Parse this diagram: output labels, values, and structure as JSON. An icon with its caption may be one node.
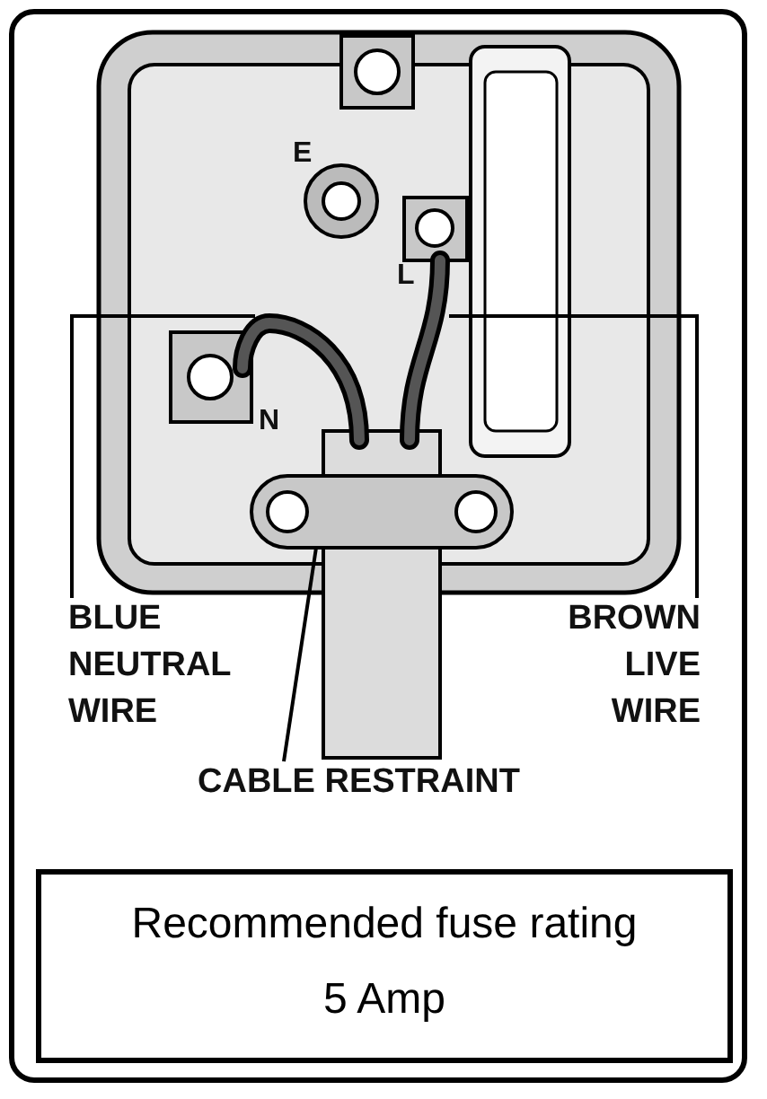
{
  "diagram": {
    "nodes": [
      {
        "text": [
          "BLUE NEUTRAL WIRE"
        ]
      },
      {
        "text": [],
        "shape": "wire"
      },
      {
        "text": [
          "BROWN LIVE WIRE"
        ]
      },
      {
        "text": [],
        "shape": "wire"
      },
      {
        "text": [
          "CABLE RESTRAINT"
        ]
      },
      {
        "text": [],
        "shape": "bar"
      },
      {
        "text": [
          "Recommended fuse rating",
          "5 Amp"
        ]
      }
    ],
    "edges": [
      {
        "from": 0,
        "to": 1,
        "arrow": "none"
      },
      {
        "from": 2,
        "to": 3,
        "arrow": "none"
      },
      {
        "from": 4,
        "to": 5,
        "arrow": "none"
      }
    ],
    "labels": [
      "E",
      "L",
      "N"
    ]
  }
}
